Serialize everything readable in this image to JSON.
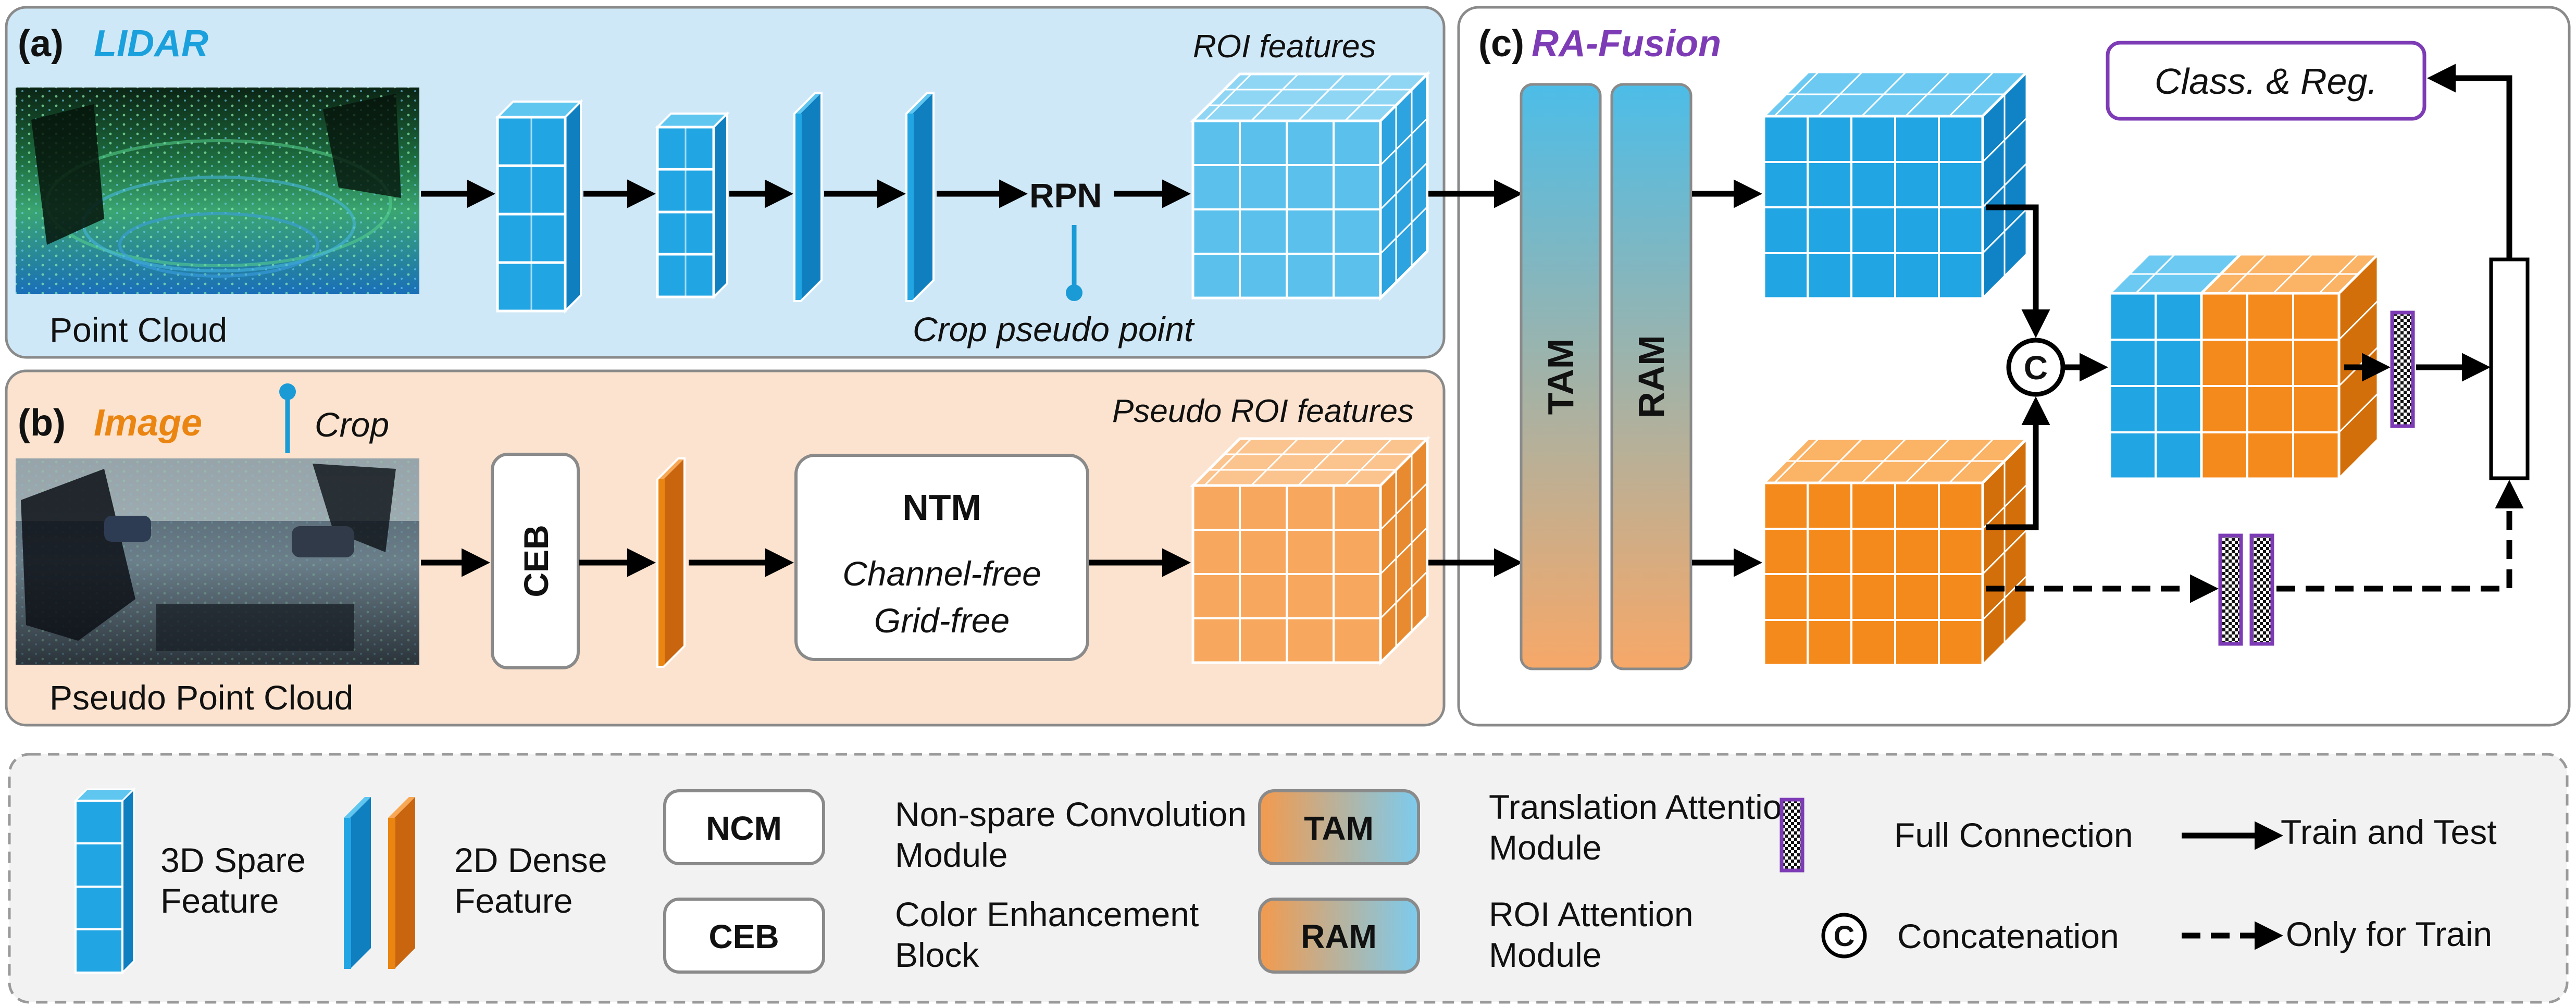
{
  "panels": {
    "lidar": {
      "tag": "(a)",
      "name": "LIDAR",
      "cloud_label": "Point Cloud",
      "roi_label": "ROI features",
      "rpn_label": "RPN",
      "crop_pseudo_label": "Crop pseudo point"
    },
    "image": {
      "tag": "(b)",
      "name": "Image",
      "crop_label": "Crop",
      "pseudo_roi_label": "Pseudo ROI features",
      "ceb_label": "CEB",
      "ntm_title": "NTM",
      "ntm_line1": "Channel-free",
      "ntm_line2": "Grid-free",
      "cloud_label": "Pseudo Point Cloud"
    },
    "fusion": {
      "tag": "(c)",
      "name": "RA-Fusion",
      "tam_label": "TAM",
      "ram_label": "RAM",
      "output_label": "Class. & Reg.",
      "concat_symbol": "C"
    }
  },
  "legend": {
    "sparse_line1": "3D Spare",
    "sparse_line2": "Feature",
    "dense_line1": "2D Dense",
    "dense_line2": "Feature",
    "ncm_box": "NCM",
    "ncm_line1": "Non-spare Convolution",
    "ncm_line2": "Module",
    "ceb_box": "CEB",
    "ceb_line1": "Color Enhancement",
    "ceb_line2": "Block",
    "tam_box": "TAM",
    "tam_line1": "Translation Attention",
    "tam_line2": "Module",
    "ram_box": "RAM",
    "ram_line1": "ROI Attention",
    "ram_line2": "Module",
    "fc_label": "Full Connection",
    "concat_symbol": "C",
    "concat_label": "Concatenation",
    "train_test_label": "Train and Test",
    "train_only_label": "Only for Train"
  },
  "colors": {
    "lidar_panel": "#cfe8f7",
    "image_panel": "#fbe3cf",
    "accent_blue": "#1aa0dc",
    "accent_orange": "#ea8512",
    "accent_purple": "#7d3cb5",
    "cube_blue": "#22a5e3",
    "cube_orange": "#f58a1c"
  }
}
